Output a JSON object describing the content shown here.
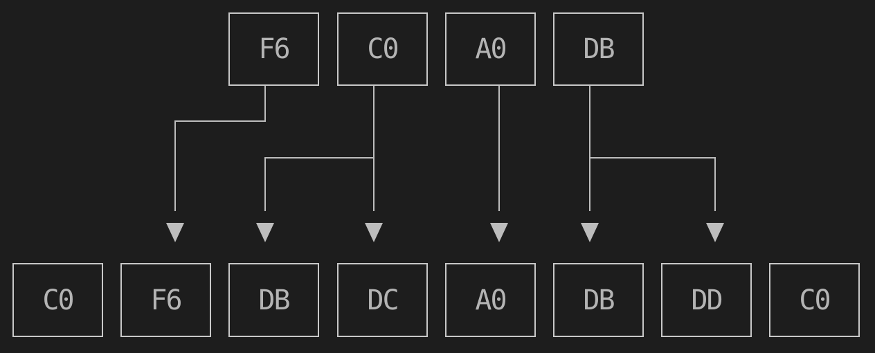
{
  "diagram": {
    "type": "mapping-diagram",
    "colors": {
      "background": "#1d1d1d",
      "box_border": "#c8c8c8",
      "connector_line": "#bdbdbd",
      "arrowhead": "#bdbdbd",
      "text": "#b4b4b4"
    },
    "top_row": [
      {
        "label": "F6"
      },
      {
        "label": "C0"
      },
      {
        "label": "A0"
      },
      {
        "label": "DB"
      }
    ],
    "bottom_row": [
      {
        "label": "C0"
      },
      {
        "label": "F6"
      },
      {
        "label": "DB"
      },
      {
        "label": "DC"
      },
      {
        "label": "A0"
      },
      {
        "label": "DB"
      },
      {
        "label": "DD"
      },
      {
        "label": "C0"
      }
    ],
    "edges": [
      {
        "from_top_index": 0,
        "from_label": "F6",
        "to_bottom_index": 1,
        "to_label": "F6"
      },
      {
        "from_top_index": 1,
        "from_label": "C0",
        "to_bottom_index": 2,
        "to_label": "DB"
      },
      {
        "from_top_index": 1,
        "from_label": "C0",
        "to_bottom_index": 3,
        "to_label": "DC"
      },
      {
        "from_top_index": 2,
        "from_label": "A0",
        "to_bottom_index": 4,
        "to_label": "A0"
      },
      {
        "from_top_index": 3,
        "from_label": "DB",
        "to_bottom_index": 5,
        "to_label": "DB"
      },
      {
        "from_top_index": 3,
        "from_label": "DB",
        "to_bottom_index": 6,
        "to_label": "DD"
      }
    ]
  }
}
